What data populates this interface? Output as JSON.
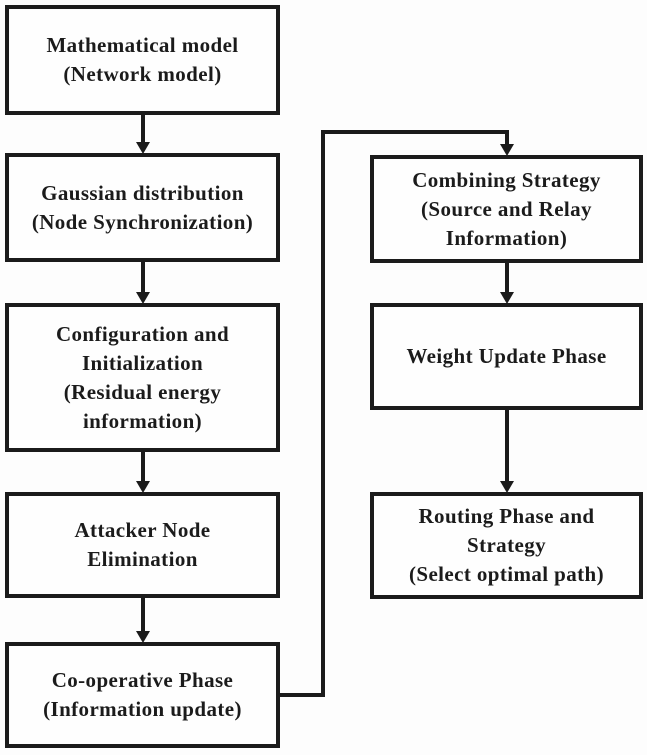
{
  "diagram": {
    "type": "flowchart",
    "colors": {
      "background": "#fdfdfd",
      "line": "#1b1b1b",
      "box_fill": "#fefefe",
      "text": "#1b1b1b"
    },
    "boxes": [
      {
        "id": "mathematical-model",
        "lines": [
          "Mathematical model",
          "(Network model)"
        ]
      },
      {
        "id": "gaussian-distribution",
        "lines": [
          "Gaussian distribution",
          "(Node Synchronization)"
        ]
      },
      {
        "id": "configuration-initialization",
        "lines": [
          "Configuration and",
          "Initialization",
          "(Residual energy",
          "information)"
        ]
      },
      {
        "id": "attacker-node-elimination",
        "lines": [
          "Attacker Node",
          "Elimination"
        ]
      },
      {
        "id": "cooperative-phase",
        "lines": [
          "Co-operative Phase",
          "(Information update)"
        ]
      },
      {
        "id": "combining-strategy",
        "lines": [
          "Combining Strategy",
          "(Source and Relay",
          "Information)"
        ]
      },
      {
        "id": "weight-update-phase",
        "lines": [
          "Weight Update Phase"
        ]
      },
      {
        "id": "routing-phase-strategy",
        "lines": [
          "Routing Phase and",
          "Strategy",
          "(Select optimal path)"
        ]
      }
    ],
    "edges": [
      {
        "from": "mathematical-model",
        "to": "gaussian-distribution"
      },
      {
        "from": "gaussian-distribution",
        "to": "configuration-initialization"
      },
      {
        "from": "configuration-initialization",
        "to": "attacker-node-elimination"
      },
      {
        "from": "attacker-node-elimination",
        "to": "cooperative-phase"
      },
      {
        "from": "cooperative-phase",
        "to": "combining-strategy"
      },
      {
        "from": "combining-strategy",
        "to": "weight-update-phase"
      },
      {
        "from": "weight-update-phase",
        "to": "routing-phase-strategy"
      }
    ]
  }
}
